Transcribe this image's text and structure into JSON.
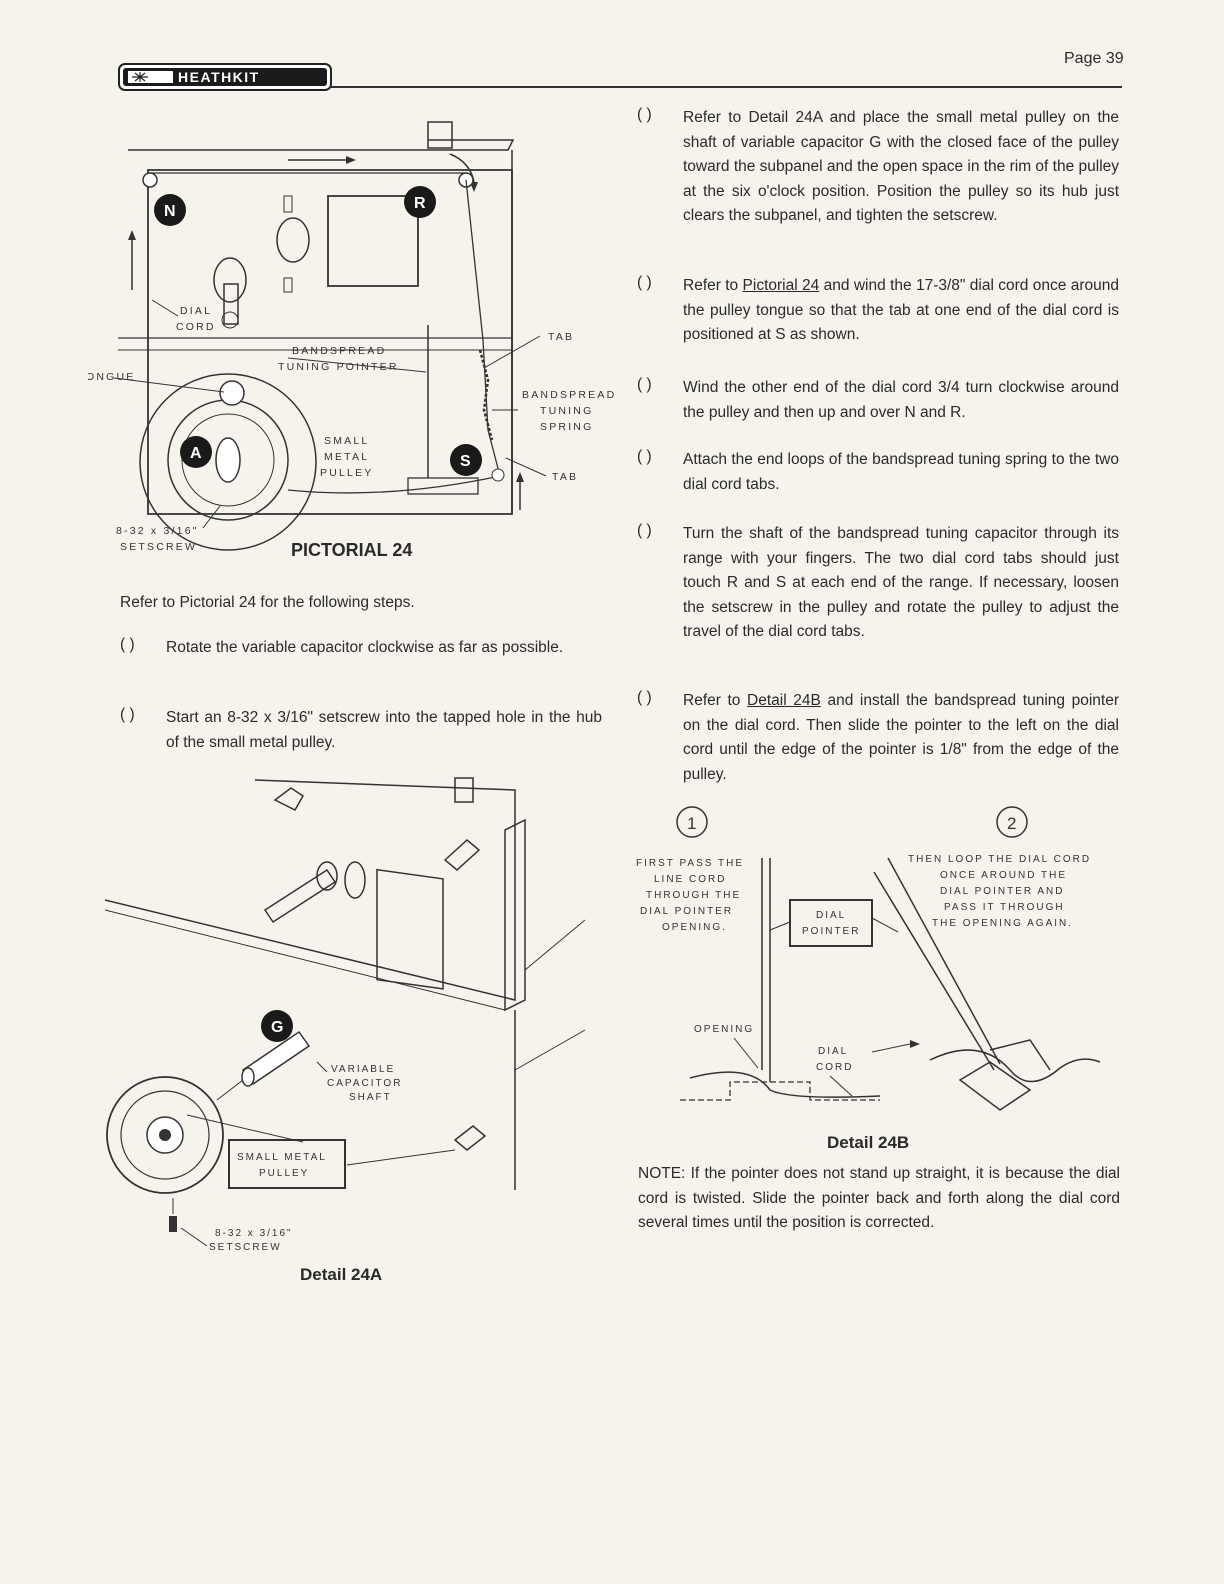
{
  "header": {
    "page_number": "Page 39",
    "brand": "HEATHKIT"
  },
  "pictorial24": {
    "caption": "PICTORIAL 24",
    "labels": {
      "dial_cord": [
        "DIAL",
        "CORD"
      ],
      "tongue": "ONGUE",
      "bandspread_pointer": [
        "BANDSPREAD",
        "TUNING POINTER"
      ],
      "tab_top": "TAB",
      "tab_bottom": "TAB",
      "bandspread_spring": [
        "BANDSPREAD",
        "TUNING",
        "SPRING"
      ],
      "small_metal_pulley": [
        "SMALL",
        "METAL",
        "PULLEY"
      ],
      "setscrew": [
        "8-32 x 3/16\"",
        "SETSCREW"
      ]
    },
    "badges": {
      "n": "N",
      "r": "R",
      "a": "A",
      "s": "S"
    }
  },
  "left_column": {
    "intro": "Refer to Pictorial 24 for the following steps.",
    "steps": [
      {
        "box": "(  )",
        "text": "Rotate the variable capacitor clockwise as far as possible."
      },
      {
        "box": "(  )",
        "text": "Start an 8-32 x 3/16\" setscrew into the tapped hole in the hub of the small metal pulley."
      }
    ]
  },
  "detail24a": {
    "caption": "Detail 24A",
    "badge": "G",
    "labels": {
      "shaft": [
        "VARIABLE",
        "CAPACITOR",
        "SHAFT"
      ],
      "pulley": [
        "SMALL METAL",
        "PULLEY"
      ],
      "setscrew": [
        "8-32 x 3/16\"",
        "SETSCREW"
      ]
    }
  },
  "right_column": {
    "steps": [
      {
        "box": "(  )",
        "parts": [
          "Refer to Detail 24A and place the small metal pulley on the shaft of variable capacitor G with the closed face of the pulley toward the subpanel and the open space in the rim of the pulley at the six o'clock position. Position the pulley so its hub just clears the subpanel, and tighten the setscrew."
        ]
      },
      {
        "box": "(  )",
        "before": "Refer to ",
        "link": "Pictorial 24",
        "after": " and wind the 17-3/8\" dial cord once around the pulley tongue so that the tab at one end of the dial cord is positioned at S as shown."
      },
      {
        "box": "(  )",
        "parts": [
          "Wind the other end of the dial cord 3/4 turn clockwise around the pulley and then up and over N and R."
        ]
      },
      {
        "box": "(  )",
        "parts": [
          "Attach the end loops of the bandspread tuning spring to the two dial cord tabs."
        ]
      },
      {
        "box": "(  )",
        "parts": [
          "Turn the shaft of the bandspread tuning capacitor through its range with your fingers. The two dial cord tabs should just touch R and S at each end of the range. If necessary, loosen the setscrew in the pulley and rotate the pulley to adjust the travel of the dial cord tabs."
        ]
      },
      {
        "box": "(  )",
        "before": "Refer to ",
        "link": "Detail 24B",
        "after": " and install the bandspread tuning pointer on the dial cord. Then slide the pointer to the left on the dial cord until the edge of the pointer is 1/8\" from the edge of the pulley."
      }
    ]
  },
  "detail24b": {
    "caption": "Detail 24B",
    "step1": "1",
    "step2": "2",
    "labels": {
      "first_pass": [
        "FIRST PASS THE",
        "LINE CORD",
        "THROUGH THE",
        "DIAL POINTER",
        "OPENING."
      ],
      "then_loop": [
        "THEN LOOP THE DIAL CORD",
        "ONCE AROUND THE",
        "DIAL POINTER AND",
        "PASS IT THROUGH",
        "THE OPENING AGAIN."
      ],
      "dial_pointer": [
        "DIAL",
        "POINTER"
      ],
      "opening": "OPENING",
      "dial_cord": [
        "DIAL",
        "CORD"
      ]
    }
  },
  "note": "NOTE: If the pointer does not stand up straight, it is because the dial cord is twisted. Slide the pointer back and forth along the dial cord several times until the position is corrected."
}
